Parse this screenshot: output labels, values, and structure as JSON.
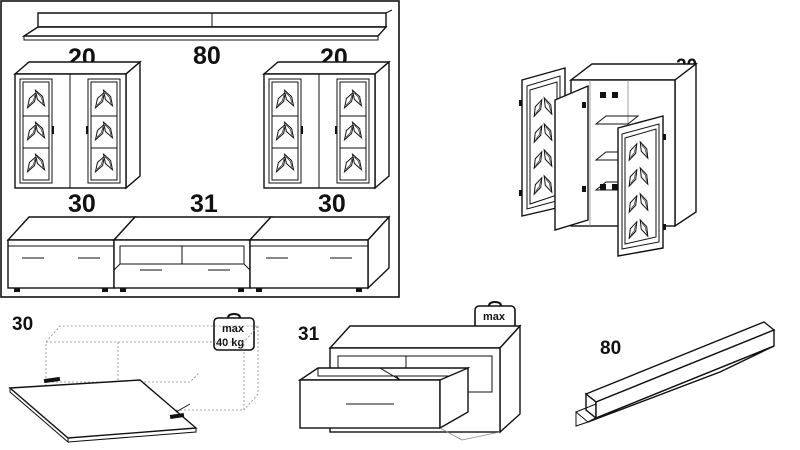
{
  "overview": {
    "labels": {
      "wall_shelf": "80",
      "left_cabinet": "20",
      "right_cabinet": "20",
      "left_low_unit": "30",
      "center_tv_unit": "31",
      "right_low_unit": "30"
    }
  },
  "details": {
    "cabinet_label": "20",
    "unit_30_label": "30",
    "unit_31_label": "31",
    "shelf_label": "80"
  },
  "weight_badge": {
    "line1": "max",
    "line2": "40 kg"
  },
  "colors": {
    "line": "#111111",
    "background": "#ffffff",
    "frame": "#111111"
  }
}
